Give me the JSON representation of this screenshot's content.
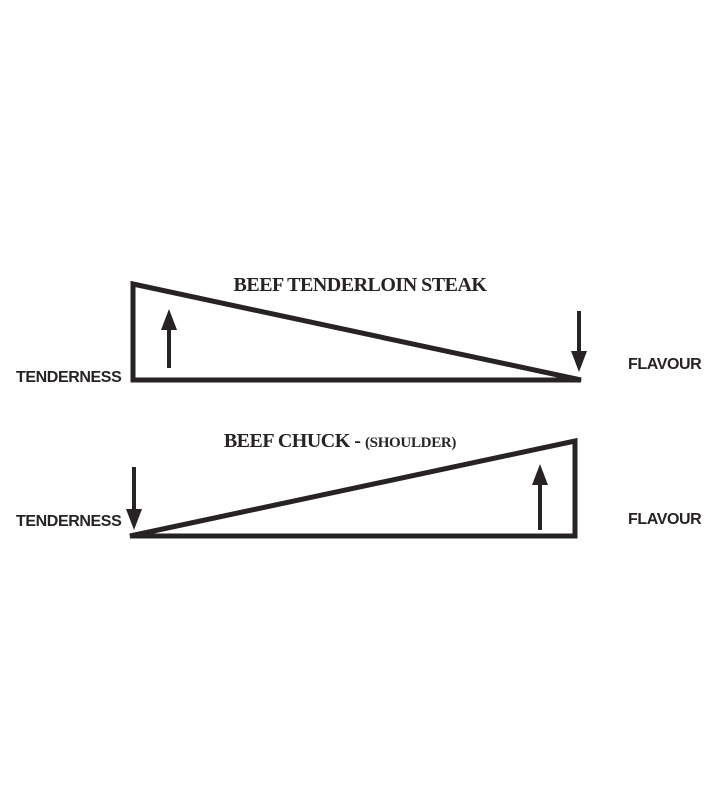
{
  "canvas": {
    "background": "#ffffff",
    "ink": "#272223"
  },
  "panels": [
    {
      "title": "BEEF TENDERLOIN STEAK",
      "title_note": "",
      "left_label": "TENDERNESS",
      "right_label": "FLAVOUR",
      "left_arrow": "up",
      "right_arrow": "down",
      "slope": "tenderness-high-to-flavour-low"
    },
    {
      "title": "BEEF CHUCK -",
      "title_note": "(SHOULDER)",
      "left_label": "TENDERNESS",
      "right_label": "FLAVOUR",
      "left_arrow": "down",
      "right_arrow": "up",
      "slope": "tenderness-low-to-flavour-high"
    }
  ]
}
